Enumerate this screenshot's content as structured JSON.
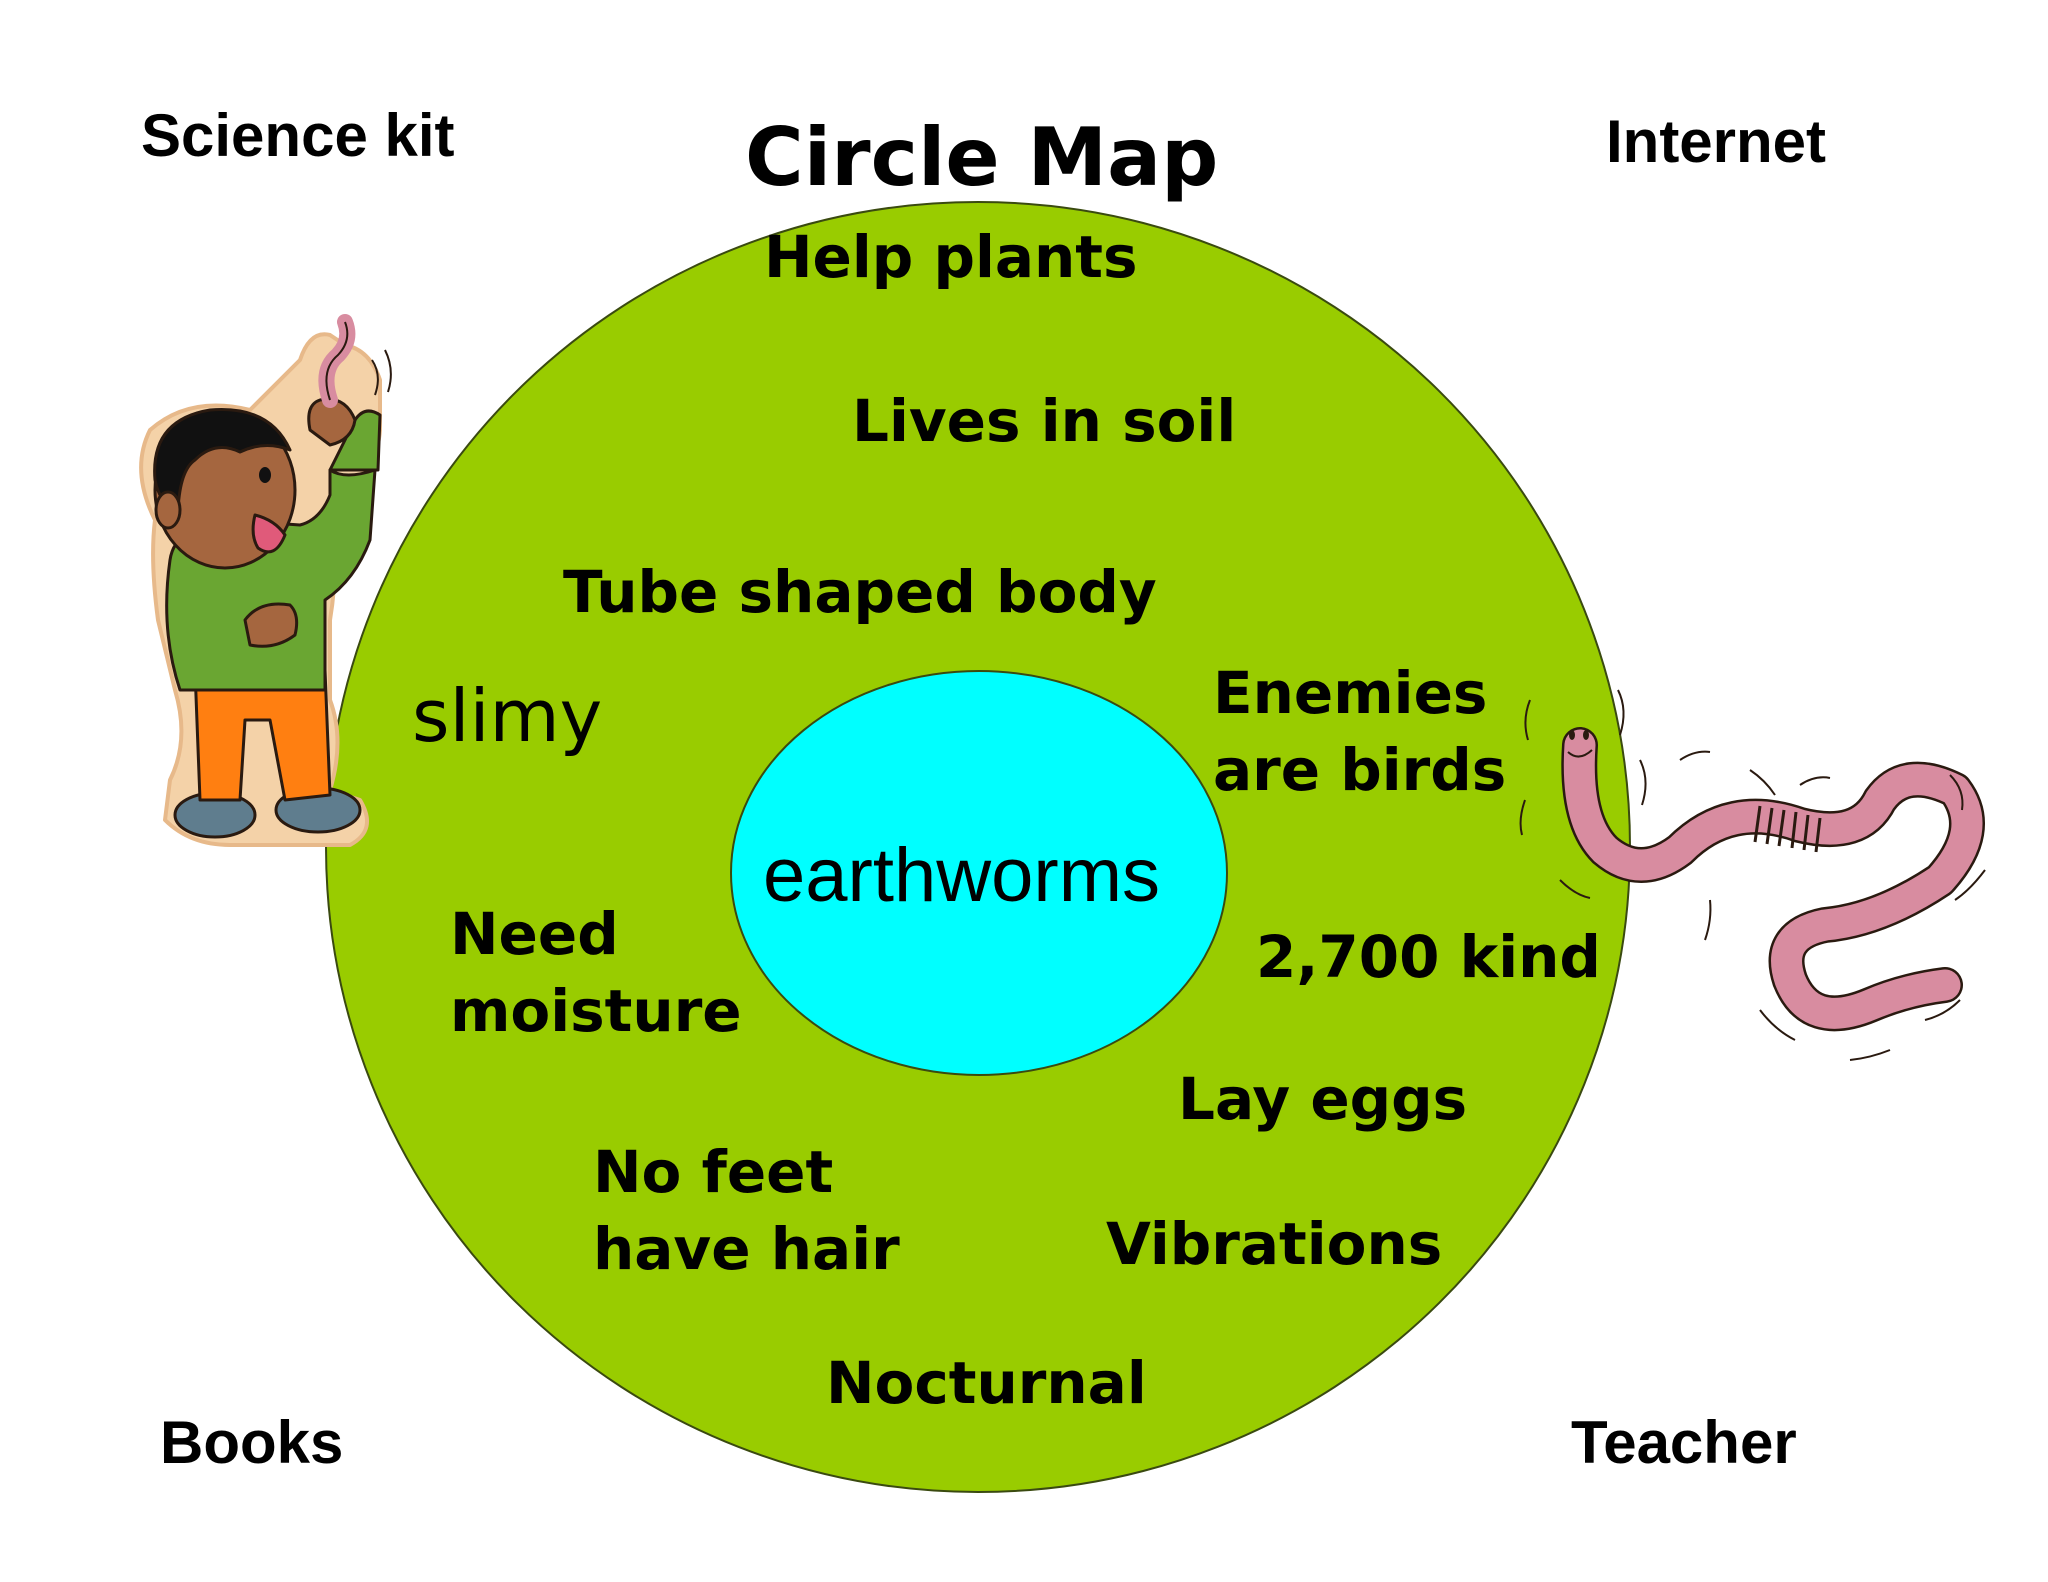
{
  "diagram": {
    "title": "Circle Map",
    "center_topic": "earthworms",
    "frame_of_reference": {
      "top_left": "Science kit",
      "top_right": "Internet",
      "bottom_left": "Books",
      "bottom_right": "Teacher"
    },
    "facts": {
      "help_plants": "Help plants",
      "lives_in_soil": "Lives in soil",
      "tube_shaped_body": "Tube shaped body",
      "slimy": "slimy",
      "enemies": "Enemies\nare birds",
      "kinds": "2,700 kind",
      "need_moisture": "Need\nmoisture",
      "lay_eggs": "Lay eggs",
      "no_feet": "No feet\nhave hair",
      "vibrations": "Vibrations",
      "nocturnal": "Nocturnal"
    },
    "colors": {
      "outer_circle": "#99cc00",
      "inner_circle": "#00ffff",
      "outline": "#3a4a10",
      "worm": "#d88ca0",
      "boy_shirt": "#6aa632",
      "boy_pants": "#ff7f11",
      "boy_skin": "#a5663f"
    },
    "illustrations": [
      "boy-holding-worm",
      "wiggling-earthworm"
    ]
  }
}
